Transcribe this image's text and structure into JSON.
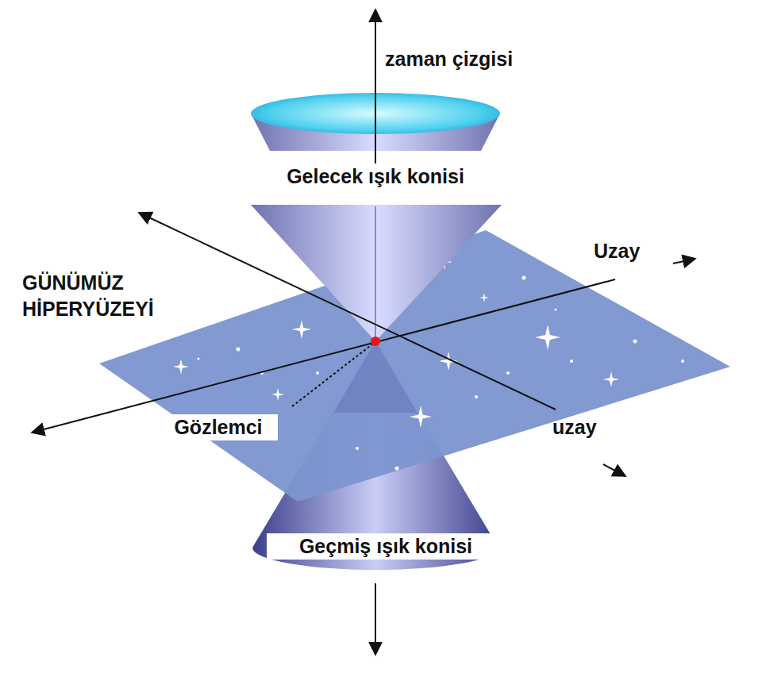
{
  "diagram": {
    "labels": [
      "zaman çizgisi",
      "Gelecek ışık konisi",
      "Uzay",
      "GÜNÜMÜZ HİPERYÜZEYİ",
      "Gözlemci",
      "uzay",
      "Geçmiş ışık konisi"
    ]
  }
}
